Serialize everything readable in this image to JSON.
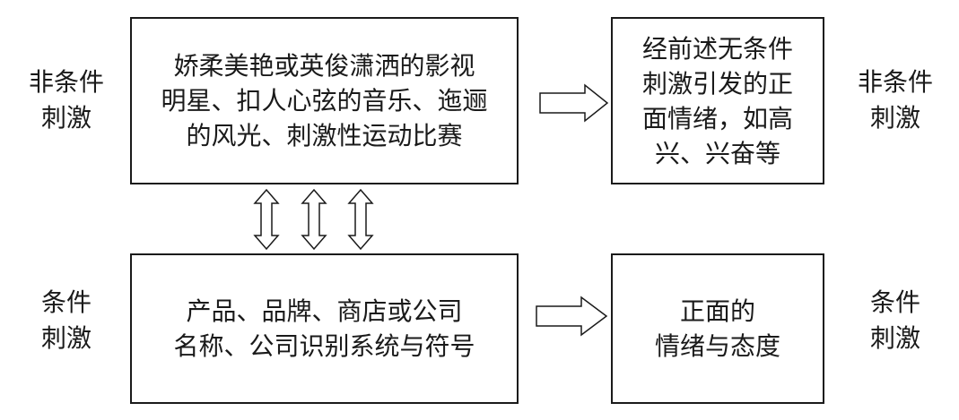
{
  "labels": {
    "left_top": [
      "非条件",
      "刺激"
    ],
    "left_bottom": [
      "条件",
      "刺激"
    ],
    "right_top": [
      "非条件",
      "刺激"
    ],
    "right_bottom": [
      "条件",
      "刺激"
    ]
  },
  "boxes": {
    "unconditioned_stimulus": [
      "娇柔美艳或英俊潇洒的影视",
      "明星、扣人心弦的音乐、迤逦",
      "的风光、刺激性运动比赛"
    ],
    "unconditioned_response": [
      "经前述无条件",
      "刺激引发的正",
      "面情绪，如高",
      "兴、兴奋等"
    ],
    "conditioned_stimulus": [
      "产品、品牌、商店或公司",
      "名称、公司识别系统与符号"
    ],
    "conditioned_response": [
      "正面的",
      "情绪与态度"
    ]
  },
  "colors": {
    "stroke": "#1a1a1a",
    "background": "#ffffff"
  }
}
